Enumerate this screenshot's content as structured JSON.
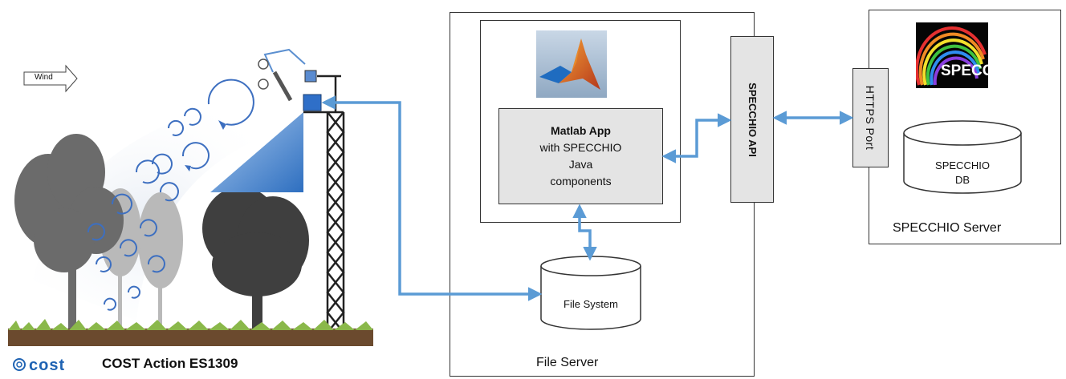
{
  "scene": {
    "wind_label": "Wind"
  },
  "footer": {
    "cost_logo_text": "cost",
    "action_label": "COST Action ES1309"
  },
  "file_server": {
    "title": "File Server",
    "matlab_icon": "matlab-icon",
    "app": {
      "title": "Matlab App",
      "line1": "with SPECCHIO",
      "line2": "Java",
      "line3": "components"
    },
    "file_system_label": "File System",
    "api_label": "SPECCHIO API"
  },
  "specchio_server": {
    "title": "SPECCHIO Server",
    "port_label": "HTTPS Port",
    "logo_text": "SPECCHIO",
    "db_line1": "SPECCHIO",
    "db_line2": "DB"
  },
  "colors": {
    "arrow": "#5b9bd5",
    "tree": "#5a5a5a",
    "sky_shade": "#2e6fc0",
    "ground": "#6b4a2e",
    "grass": "#8ab84a"
  }
}
